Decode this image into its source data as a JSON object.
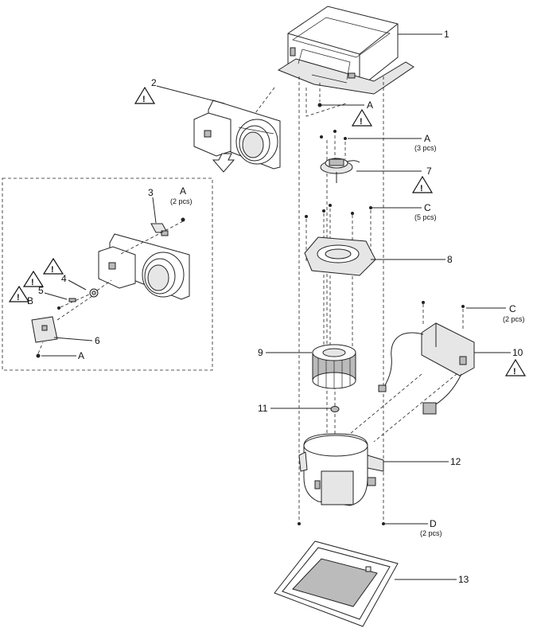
{
  "callouts": {
    "p1": "1",
    "p2": "2",
    "p3": "3",
    "p4": "4",
    "p5": "5",
    "p6": "6",
    "p7": "7",
    "p8": "8",
    "p9": "9",
    "p10": "10",
    "p11": "11",
    "p12": "12",
    "p13": "13"
  },
  "screw_labels": {
    "a_main": "A",
    "a_top": "A",
    "a_top_qty": "(3 pcs)",
    "c_top": "C",
    "c_top_qty": "(5 pcs)",
    "a_inset": "A",
    "a_inset_qty": "(2 pcs)",
    "b_inset": "B",
    "a_inset_bottom": "A",
    "c_right": "C",
    "c_right_qty": "(2 pcs)",
    "d_bottom": "D",
    "d_bottom_qty": "(2 pcs)"
  },
  "warning_symbol": "!",
  "icons": {
    "warning": "warning-triangle-icon",
    "arrow": "down-arrow-icon"
  }
}
